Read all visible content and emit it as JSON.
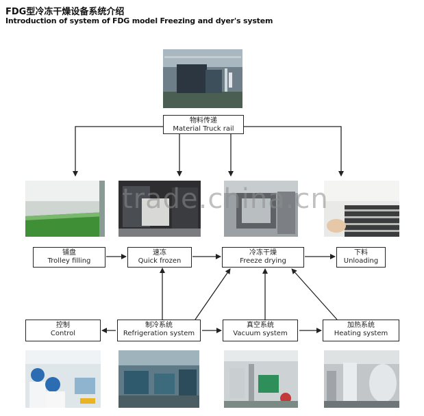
{
  "header": {
    "title_cn": "FDG型冷冻干燥设备系统介绍",
    "title_en": "Introduction of system of FDG model Freezing and dyer's system"
  },
  "watermark": "trade.china.cn",
  "nodes": {
    "rail": {
      "cn": "物料传递",
      "en": "Material Truck rail"
    },
    "trolley": {
      "cn": "铺盘",
      "en": "Trolley filling"
    },
    "quick": {
      "cn": "速冻",
      "en": "Quick frozen"
    },
    "freeze": {
      "cn": "冷冻干燥",
      "en": "Freeze drying"
    },
    "unload": {
      "cn": "下料",
      "en": "Unloading"
    },
    "control": {
      "cn": "控制",
      "en": "Control"
    },
    "refrig": {
      "cn": "制冷系统",
      "en": "Refrigeration system"
    },
    "vacuum": {
      "cn": "真空系统",
      "en": "Vacuum system"
    },
    "heating": {
      "cn": "加热系统",
      "en": "Heating system"
    }
  },
  "colors": {
    "line": "#222222"
  }
}
